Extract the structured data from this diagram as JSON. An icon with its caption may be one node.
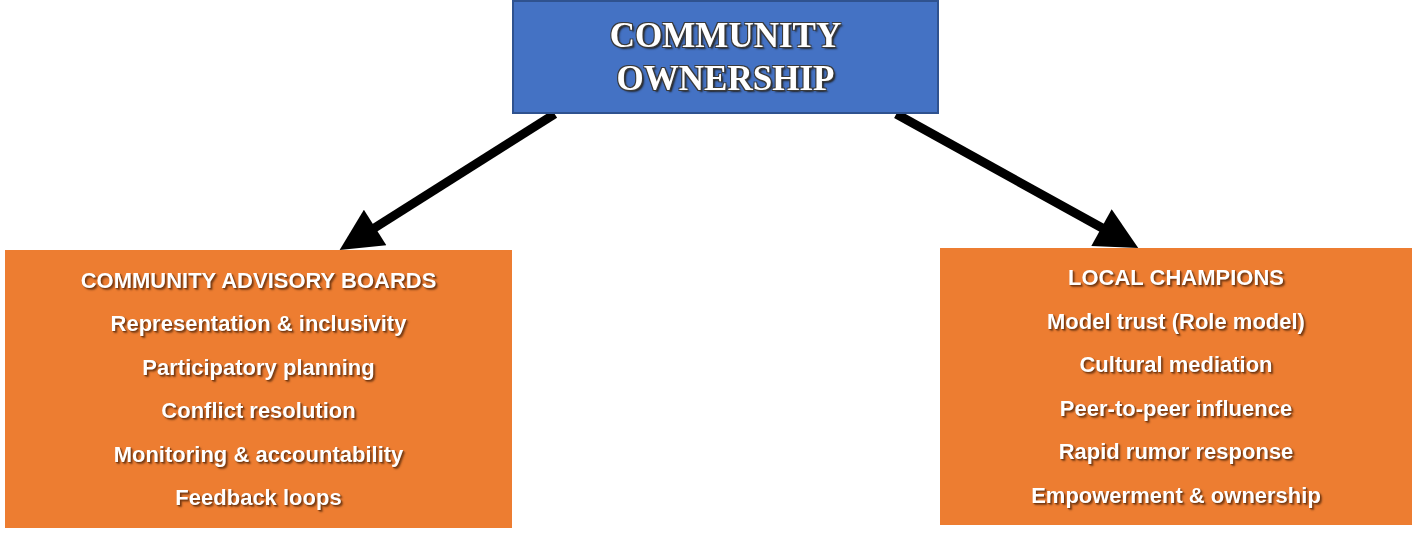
{
  "diagram": {
    "nodes": [
      {
        "text": [
          "COMMUNITY OWNERSHIP"
        ]
      },
      {
        "text": [
          "COMMUNITY ADVISORY BOARDS",
          "Representation & inclusivity",
          "Participatory planning",
          "Conflict resolution",
          "Monitoring & accountability",
          "Feedback loops"
        ]
      },
      {
        "text": [
          "LOCAL CHAMPIONS",
          "Model trust (Role model)",
          "Cultural mediation",
          "Peer-to-peer influence",
          "Rapid rumor response",
          "Empowerment & ownership"
        ]
      }
    ],
    "edges": [
      {
        "from": 0,
        "to": 1,
        "arrow": "to"
      },
      {
        "from": 0,
        "to": 2,
        "arrow": "to"
      }
    ]
  }
}
